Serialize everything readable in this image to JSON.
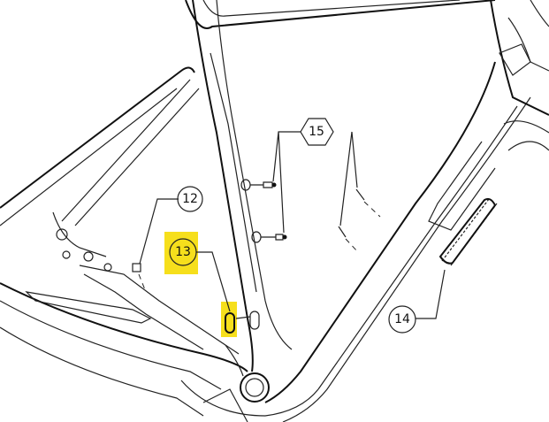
{
  "callouts": [
    {
      "label": "12",
      "shape": "circle",
      "highlighted": false
    },
    {
      "label": "13",
      "shape": "circle",
      "highlighted": true
    },
    {
      "label": "14",
      "shape": "circle",
      "highlighted": false
    },
    {
      "label": "15",
      "shape": "hexagon",
      "highlighted": false
    }
  ],
  "colors": {
    "highlight": "#f6df1c",
    "line": "#222222"
  }
}
